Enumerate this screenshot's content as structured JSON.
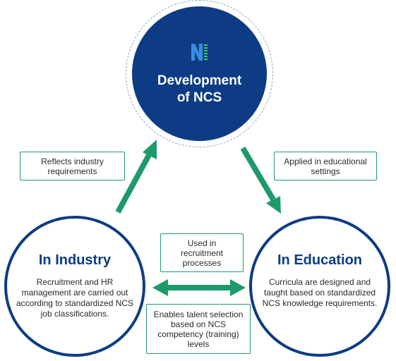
{
  "center": {
    "title": "Development of NCS",
    "logo_icon": "ncs-logo-icon"
  },
  "industry": {
    "title": "In Industry",
    "body": "Recruitment and HR management are carried out according to standardized NCS job classifications."
  },
  "education": {
    "title": "In Education",
    "body": "Curricula are designed and taught based on standardized NCS knowledge requirements."
  },
  "labels": {
    "reflects": "Reflects industry requirements",
    "applied": "Applied in educational settings",
    "used": "Used in recruitment processes",
    "enables": "Enables talent selection based on NCS competency (training) levels"
  },
  "colors": {
    "navy": "#0d3c84",
    "arrow_green": "#1e9a6a"
  }
}
